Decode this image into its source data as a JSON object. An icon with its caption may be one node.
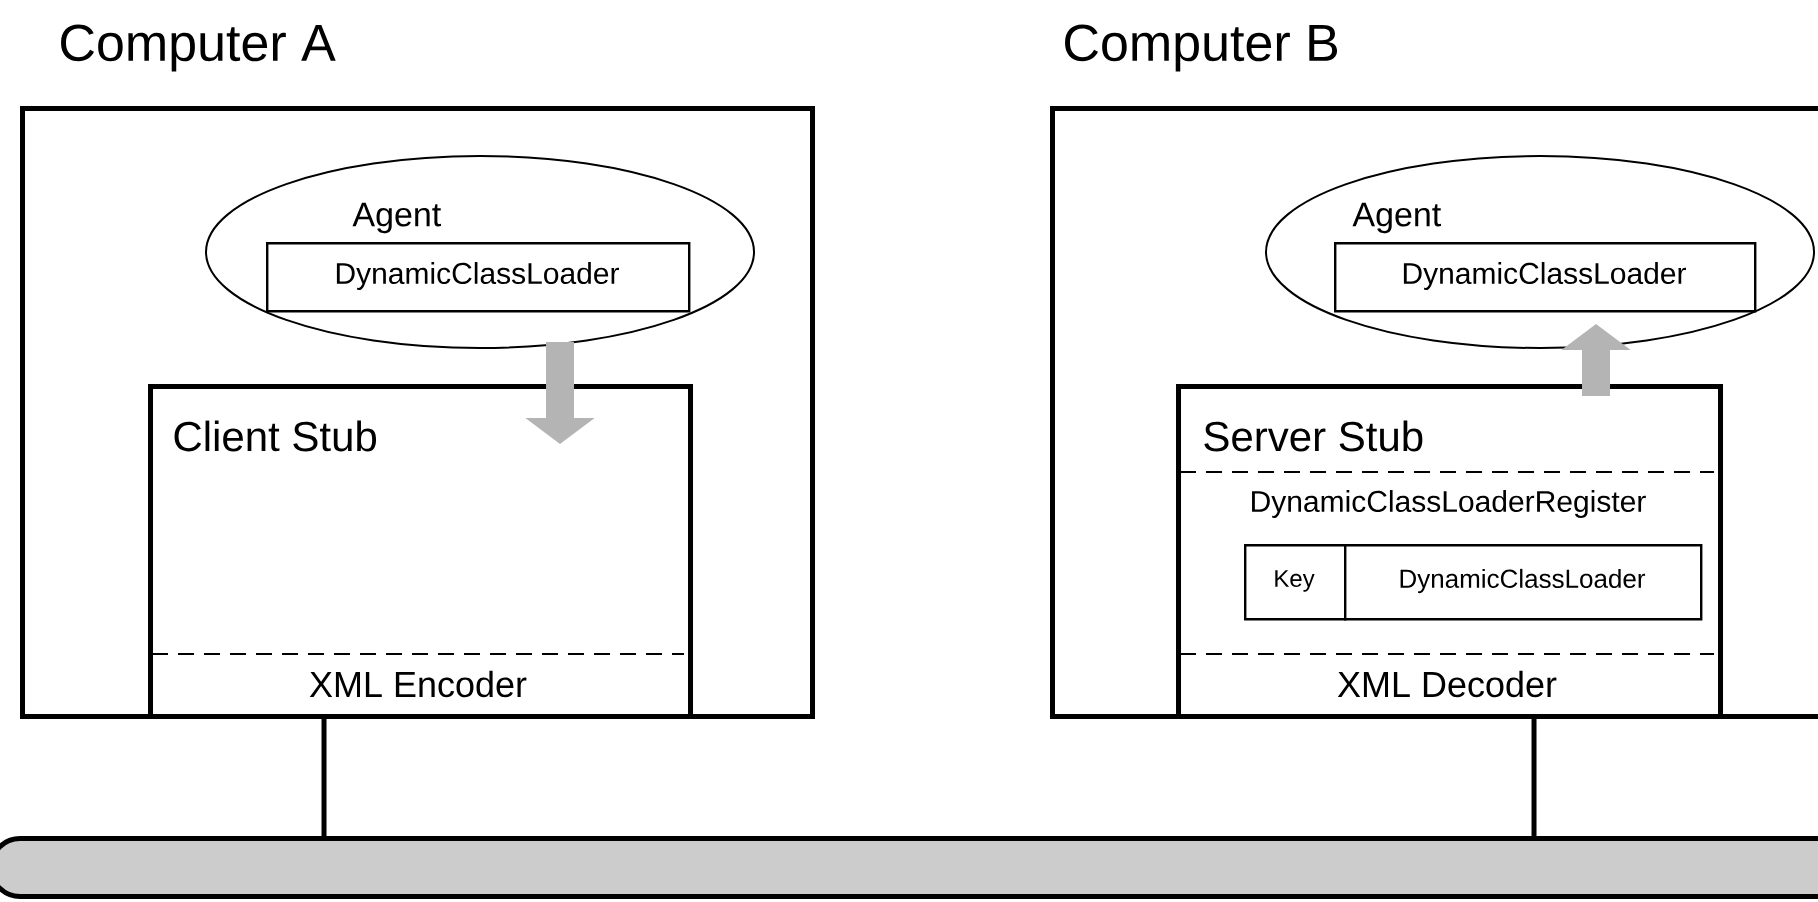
{
  "diagram": {
    "nodes": [
      {
        "text": [
          "Computer A"
        ]
      },
      {
        "text": [
          "Agent"
        ],
        "in": 0
      },
      {
        "text": [
          "DynamicClassLoader"
        ],
        "in": 1
      },
      {
        "text": [
          "Client Stub"
        ],
        "in": 0
      },
      {
        "text": [
          "XML Encoder"
        ],
        "in": 3
      },
      {
        "text": [
          "Computer B"
        ]
      },
      {
        "text": [
          "Agent"
        ],
        "in": 5
      },
      {
        "text": [
          "DynamicClassLoader"
        ],
        "in": 6
      },
      {
        "text": [
          "Server Stub"
        ],
        "in": 5
      },
      {
        "text": [
          "DynamicClassLoaderRegister"
        ],
        "in": 8
      },
      {
        "text": [
          "Key"
        ],
        "in": 8
      },
      {
        "text": [
          "DynamicClassLoader"
        ],
        "in": 8
      },
      {
        "text": [
          "XML Decoder"
        ],
        "in": 8
      },
      {
        "text": [],
        "shape": "cylinder"
      }
    ],
    "edges": [
      {
        "from": 1,
        "to": 3,
        "arrow": "to",
        "style": "thick",
        "color": "#b4b4b4"
      },
      {
        "from": 8,
        "to": 6,
        "arrow": "to",
        "style": "thick",
        "color": "#b4b4b4"
      },
      {
        "from": 4,
        "to": 13,
        "arrow": "none",
        "color": "#000000"
      },
      {
        "from": 12,
        "to": 13,
        "arrow": "none",
        "color": "#000000"
      }
    ]
  }
}
